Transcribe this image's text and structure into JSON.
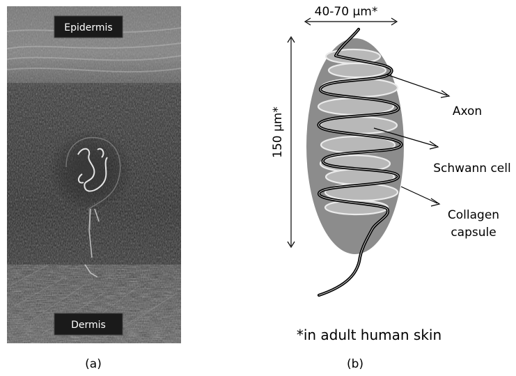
{
  "panel_a": {
    "top_label": "Epidermis",
    "bottom_label": "Dermis",
    "caption": "(a)"
  },
  "panel_b": {
    "width_label": "40-70 µm*",
    "height_label": "150 µm*",
    "axon_label": "Axon",
    "schwann_label": "Schwann cell",
    "collagen_label_line1": "Collagen",
    "collagen_label_line2": "capsule",
    "footnote": "*in adult human skin",
    "caption": "(b)"
  },
  "colors": {
    "capsule_fill": "#8c8c8c",
    "lamella_fill": "#b8b8b8",
    "lamella_stroke": "#ebebeb",
    "micrograph_background": "#232323",
    "label_box": "#1a1a1a"
  }
}
